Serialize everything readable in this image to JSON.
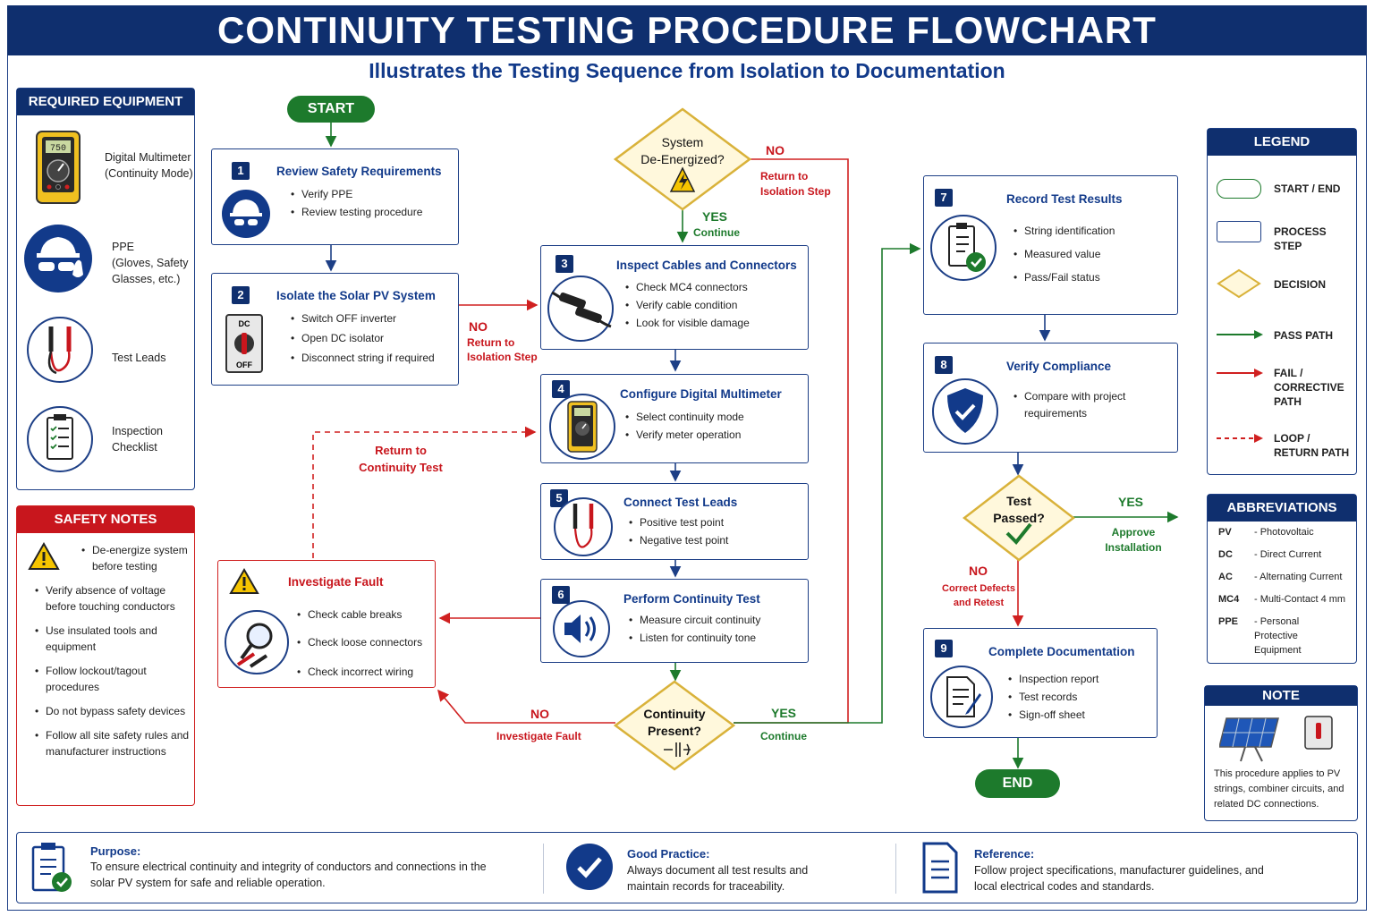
{
  "header": {
    "title": "CONTINUITY TESTING PROCEDURE FLOWCHART",
    "subtitle": "Illustrates the Testing Sequence from Isolation to Documentation"
  },
  "equipment": {
    "heading": "REQUIRED EQUIPMENT",
    "items": [
      {
        "label": "Digital Multimeter",
        "sub": "(Continuity Mode)",
        "icon": "multimeter-icon",
        "display": "750"
      },
      {
        "label": "PPE",
        "sub": "(Gloves, Safety Glasses, etc.)",
        "icon": "ppe-icon"
      },
      {
        "label": "Test Leads",
        "icon": "test-leads-icon"
      },
      {
        "label": "Inspection Checklist",
        "icon": "checklist-icon"
      }
    ]
  },
  "safety": {
    "heading": "SAFETY NOTES",
    "items": [
      "De-energize system before testing",
      "Verify absence of voltage before touching conductors",
      "Use insulated tools and equipment",
      "Follow lockout/tagout procedures",
      "Do not bypass safety devices",
      "Follow all site safety rules and manufacturer instructions"
    ]
  },
  "flow": {
    "start": "START",
    "end": "END",
    "steps": [
      {
        "num": "1",
        "title": "Review Safety Requirements",
        "items": [
          "Verify PPE",
          "Review testing procedure"
        ]
      },
      {
        "num": "2",
        "title": "Isolate the Solar PV System",
        "items": [
          "Switch OFF inverter",
          "Open DC isolator",
          "Disconnect string if required"
        ],
        "switch_top": "DC",
        "switch_bottom": "OFF"
      },
      {
        "num": "3",
        "title": "Inspect Cables and Connectors",
        "items": [
          "Check MC4 connectors",
          "Verify cable condition",
          "Look for visible damage"
        ]
      },
      {
        "num": "4",
        "title": "Configure Digital Multimeter",
        "items": [
          "Select continuity mode",
          "Verify meter operation"
        ]
      },
      {
        "num": "5",
        "title": "Connect Test Leads",
        "items": [
          "Positive test point",
          "Negative test point"
        ]
      },
      {
        "num": "6",
        "title": "Perform Continuity Test",
        "items": [
          "Measure circuit continuity",
          "Listen for continuity tone"
        ]
      },
      {
        "num": "7",
        "title": "Record Test Results",
        "items": [
          "String identification",
          "Measured value",
          "Pass/Fail status"
        ]
      },
      {
        "num": "8",
        "title": "Verify Compliance",
        "items": [
          "Compare with project requirements"
        ]
      },
      {
        "num": "9",
        "title": "Complete Documentation",
        "items": [
          "Inspection report",
          "Test records",
          "Sign-off sheet"
        ]
      }
    ],
    "fault": {
      "title": "Investigate Fault",
      "items": [
        "Check cable breaks",
        "Check loose connectors",
        "Check incorrect wiring"
      ]
    },
    "decisions": {
      "deenergized": {
        "line1": "System",
        "line2": "De-Energized?",
        "yes": "YES",
        "yes_sub": "Continue",
        "no": "NO",
        "no_sub1": "Return to",
        "no_sub2": "Isolation Step"
      },
      "continuity": {
        "line1": "Continuity",
        "line2": "Present?",
        "yes": "YES",
        "yes_sub": "Continue",
        "no": "NO",
        "no_sub": "Investigate Fault"
      },
      "passed": {
        "line1": "Test",
        "line2": "Passed?",
        "yes": "YES",
        "yes_sub1": "Approve",
        "yes_sub2": "Installation",
        "no": "NO",
        "no_sub1": "Correct Defects",
        "no_sub2": "and Retest"
      }
    },
    "isolation_no": {
      "no": "NO",
      "sub1": "Return to",
      "sub2": "Isolation Step"
    },
    "loop_label": {
      "line1": "Return to",
      "line2": "Continuity Test"
    }
  },
  "legend": {
    "heading": "LEGEND",
    "items": [
      {
        "label": "START / END"
      },
      {
        "label": "PROCESS STEP"
      },
      {
        "label": "DECISION"
      },
      {
        "label": "PASS PATH"
      },
      {
        "label": "FAIL / CORRECTIVE PATH"
      },
      {
        "label": "LOOP / RETURN PATH"
      }
    ]
  },
  "abbreviations": {
    "heading": "ABBREVIATIONS",
    "items": [
      {
        "abbr": "PV",
        "meaning": "- Photovoltaic"
      },
      {
        "abbr": "DC",
        "meaning": "- Direct Current"
      },
      {
        "abbr": "AC",
        "meaning": "- Alternating Current"
      },
      {
        "abbr": "MC4",
        "meaning": "- Multi-Contact 4 mm"
      },
      {
        "abbr": "PPE",
        "meaning": "- Personal Protective Equipment"
      }
    ]
  },
  "note": {
    "heading": "NOTE",
    "text": "This procedure applies to PV strings, combiner circuits, and related DC connections."
  },
  "footer": {
    "purpose": {
      "label": "Purpose:",
      "text": "To ensure electrical continuity and integrity of conductors and connections in the solar PV system for safe and reliable operation."
    },
    "practice": {
      "label": "Good Practice:",
      "text": "Always document all test results and maintain records for traceability."
    },
    "reference": {
      "label": "Reference:",
      "text": "Follow project specifications, manufacturer guidelines, and local electrical codes and standards."
    }
  },
  "colors": {
    "navy": "#0f2f6e",
    "green": "#1d7a2c",
    "red": "#c8161d",
    "gold": "#d9b23a"
  }
}
